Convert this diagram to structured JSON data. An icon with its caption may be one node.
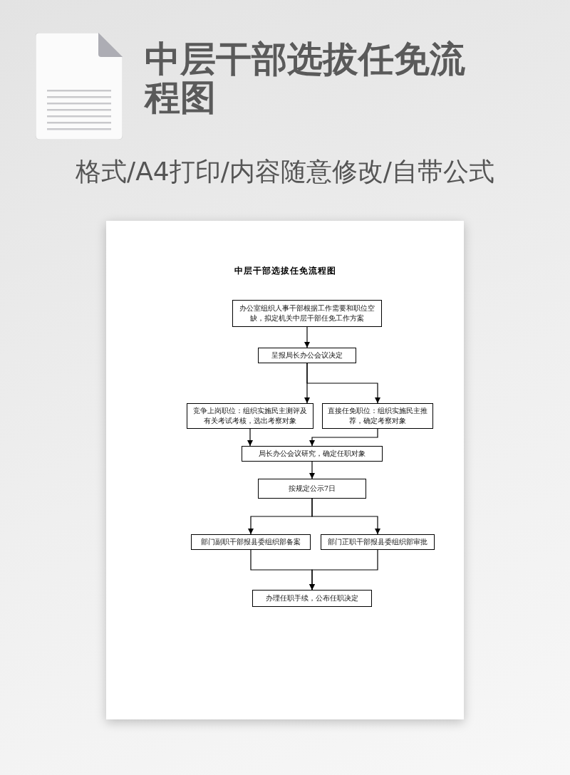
{
  "diagram": {
    "title": "中层干部选拔任免流程图",
    "nodes": [
      {
        "text": [
          "办公室组织人事干部根据工作需要和职位空缺，拟定机关中层干部任免工作方案"
        ]
      },
      {
        "text": [
          "呈报局长办公会议决定"
        ]
      },
      {
        "text": [
          "竞争上岗职位：组织实施民主测评及有关考试考核，选出考察对象"
        ]
      },
      {
        "text": [
          "直接任免职位：组织实施民主推荐，确定考察对象"
        ]
      },
      {
        "text": [
          "局长办公会议研究，确定任职对象"
        ]
      },
      {
        "text": [
          "按规定公示7日"
        ]
      },
      {
        "text": [
          "部门副职干部报县委组织部备案"
        ]
      },
      {
        "text": [
          "部门正职干部报县委组织部审批"
        ]
      },
      {
        "text": [
          "办理任职手续，公布任职决定"
        ]
      }
    ],
    "edges": [
      {
        "from": 0,
        "to": 1,
        "arrow": "to"
      },
      {
        "from": 1,
        "to": 2,
        "arrow": "to"
      },
      {
        "from": 1,
        "to": 3,
        "arrow": "to"
      },
      {
        "from": 2,
        "to": 4,
        "arrow": "to"
      },
      {
        "from": 3,
        "to": 4,
        "arrow": "to"
      },
      {
        "from": 4,
        "to": 5,
        "arrow": "to"
      },
      {
        "from": 5,
        "to": 6,
        "arrow": "to"
      },
      {
        "from": 5,
        "to": 7,
        "arrow": "to"
      },
      {
        "from": 6,
        "to": 8,
        "arrow": "to"
      },
      {
        "from": 7,
        "to": 8,
        "arrow": "to"
      }
    ],
    "labels": [
      "格式/A4打印/内容随意修改/自带公式",
      "中层干部选拔任免流程图"
    ]
  }
}
